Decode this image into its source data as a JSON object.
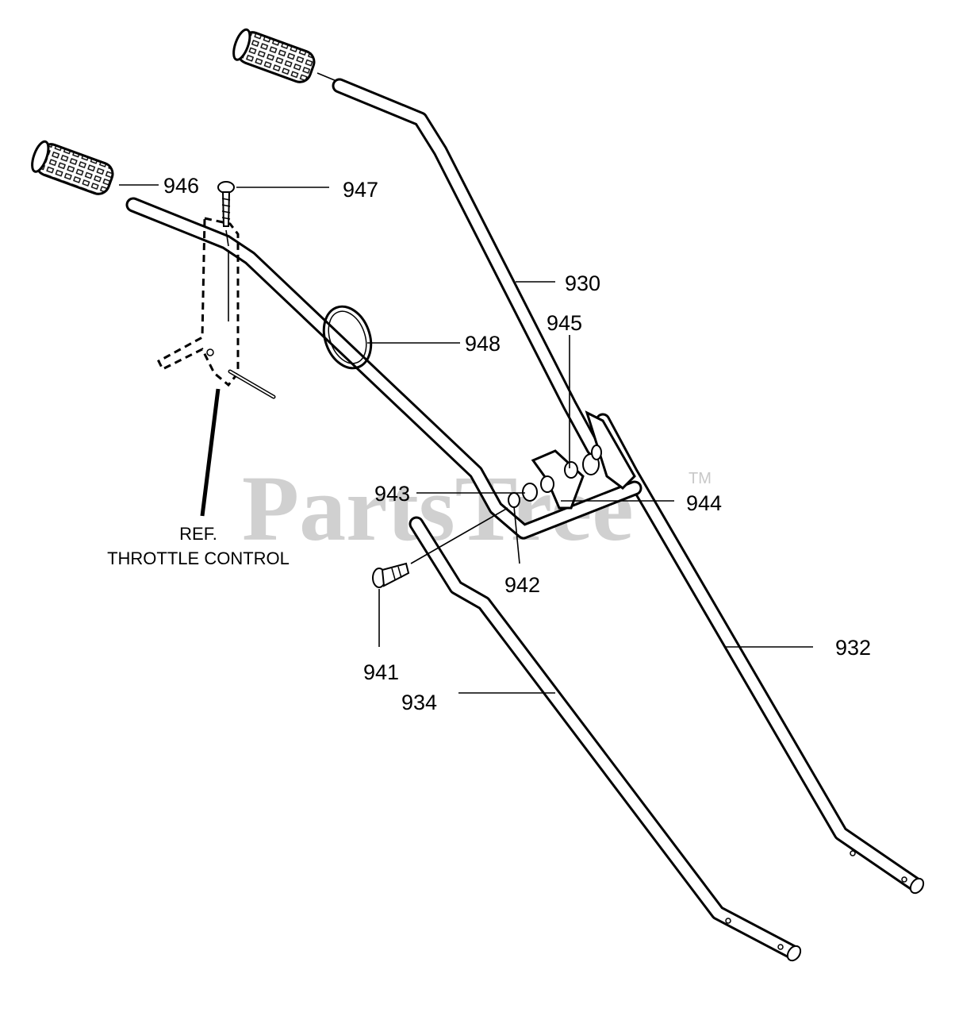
{
  "watermark": {
    "text": "PartsTree",
    "trademark": "TM"
  },
  "reference": {
    "line1": "REF.",
    "line2": "THROTTLE CONTROL"
  },
  "callouts": {
    "p930": "930",
    "p932": "932",
    "p934": "934",
    "p941": "941",
    "p942": "942",
    "p943": "943",
    "p944": "944",
    "p945": "945",
    "p946": "946",
    "p947": "947",
    "p948": "948"
  }
}
